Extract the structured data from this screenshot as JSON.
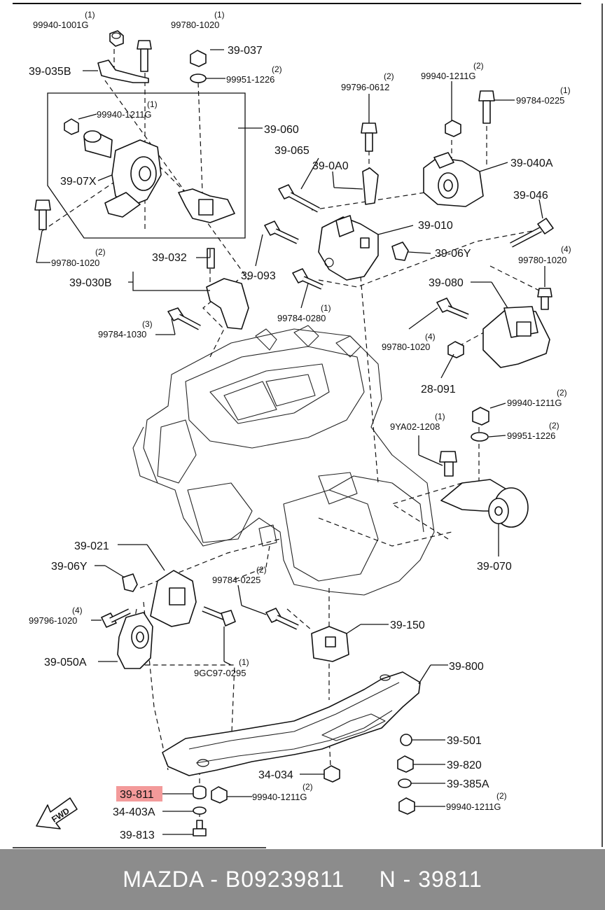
{
  "labels": {
    "p39_035B": "39-035B",
    "p39_037": "39-037",
    "p39_060": "39-060",
    "p39_07X": "39-07X",
    "p39_065": "39-065",
    "p39_0A0": "39-0A0",
    "p39_040A": "39-040A",
    "p39_046": "39-046",
    "p39_010": "39-010",
    "p39_06Y_top": "39-06Y",
    "p39_032": "39-032",
    "p39_030B": "39-030B",
    "p39_093": "39-093",
    "p39_080": "39-080",
    "p28_091": "28-091",
    "p39_070": "39-070",
    "p39_021": "39-021",
    "p39_06Y_bot": "39-06Y",
    "p39_050A": "39-050A",
    "p39_150": "39-150",
    "p39_800": "39-800",
    "p39_501": "39-501",
    "p39_820": "39-820",
    "p39_385A": "39-385A",
    "p34_034": "34-034",
    "p39_811": "39-811",
    "p34_403A": "34-403A",
    "p39_813": "39-813",
    "fwd": "FWD"
  },
  "fasteners": {
    "f1": {
      "pn": "99940-1001G",
      "qty": "(1)"
    },
    "f2": {
      "pn": "99780-1020",
      "qty": "(1)"
    },
    "f3": {
      "pn": "99951-1226",
      "qty": "(2)"
    },
    "f4": {
      "pn": "99940-1211G",
      "qty": "(1)"
    },
    "f5": {
      "pn": "99780-1020",
      "qty": "(2)"
    },
    "f6": {
      "pn": "99796-0612",
      "qty": "(2)"
    },
    "f7": {
      "pn": "99940-1211G",
      "qty": "(2)"
    },
    "f8": {
      "pn": "99784-0225",
      "qty": "(1)"
    },
    "f9": {
      "pn": "99780-1020",
      "qty": "(4)"
    },
    "f10": {
      "pn": "99784-0280",
      "qty": "(1)"
    },
    "f11": {
      "pn": "99784-1030",
      "qty": "(3)"
    },
    "f12": {
      "pn": "99780-1020",
      "qty": "(4)"
    },
    "f13": {
      "pn": "99940-1211G",
      "qty": "(2)"
    },
    "f14": {
      "pn": "9YA02-1208",
      "qty": "(1)"
    },
    "f15": {
      "pn": "99951-1226",
      "qty": "(2)"
    },
    "f16": {
      "pn": "99784-0225",
      "qty": "(2)"
    },
    "f17": {
      "pn": "99796-1020",
      "qty": "(4)"
    },
    "f18": {
      "pn": "9GC97-0295",
      "qty": "(1)"
    },
    "f19": {
      "pn": "99940-1211G",
      "qty": "(2)"
    },
    "f20": {
      "pn": "99940-1211G",
      "qty": "(2)"
    }
  },
  "highlight": {
    "color": "#f39a9a",
    "part": "39-811"
  },
  "footer": {
    "text": "MAZDA - B09239811     N - 39811"
  }
}
